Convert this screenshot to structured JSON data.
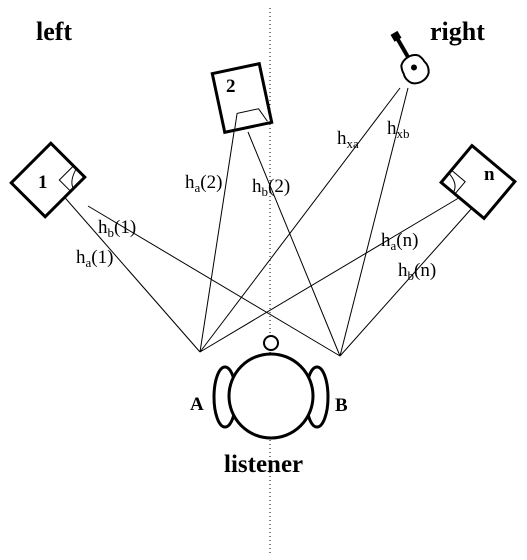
{
  "labels": {
    "left": "left",
    "right": "right",
    "listener": "listener",
    "ear_a": "A",
    "ear_b": "B"
  },
  "speakers": [
    {
      "number": "1"
    },
    {
      "number": "2"
    },
    {
      "number": "n"
    }
  ],
  "paths": {
    "ha1": {
      "main": "h",
      "sub": "a",
      "arg": "(1)"
    },
    "hb1": {
      "main": "h",
      "sub": "b",
      "arg": "(1)"
    },
    "ha2": {
      "main": "h",
      "sub": "a",
      "arg": "(2)"
    },
    "hb2": {
      "main": "h",
      "sub": "b",
      "arg": "(2)"
    },
    "han": {
      "main": "h",
      "sub": "a",
      "arg": "(n)"
    },
    "hbn": {
      "main": "h",
      "sub": "b",
      "arg": "(n)"
    },
    "hxa": {
      "main": "h",
      "sub": "xa",
      "arg": ""
    },
    "hxb": {
      "main": "h",
      "sub": "xb",
      "arg": ""
    }
  },
  "icons": {
    "source": "guitar-icon",
    "speaker": "loudspeaker-icon",
    "head": "listener-head-icon"
  }
}
